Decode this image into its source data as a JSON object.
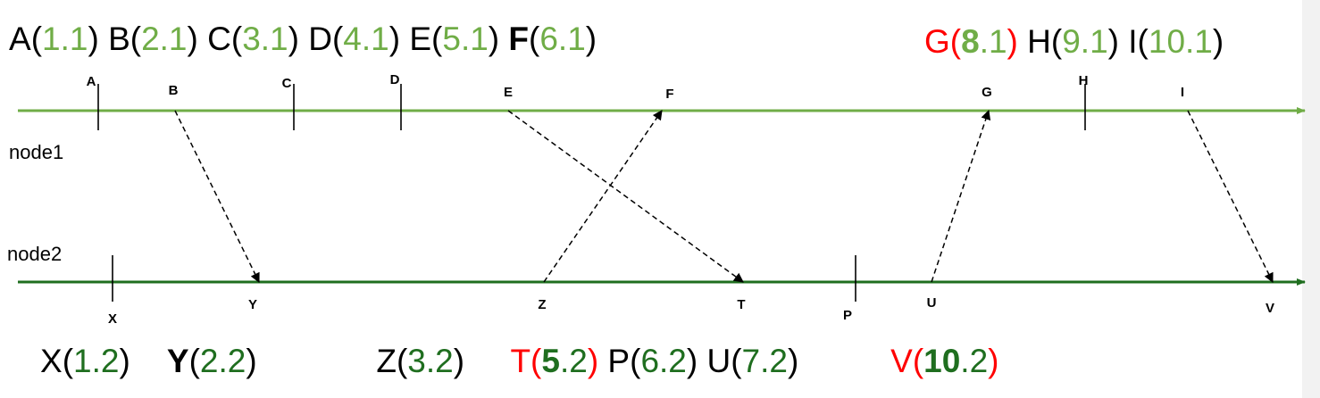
{
  "colors": {
    "node1": "#70ad47",
    "node2": "#1f6e1f",
    "timestamp_node1": "#70ad47",
    "timestamp_node2": "#1f6e1f",
    "highlight": "#ff0000",
    "text": "#000000",
    "arrow": "#000000"
  },
  "nodes": [
    {
      "id": "node1",
      "label": "node1"
    },
    {
      "id": "node2",
      "label": "node2"
    }
  ],
  "node1_events": [
    "A",
    "B",
    "C",
    "D",
    "E",
    "F",
    "G",
    "H",
    "I"
  ],
  "node2_events": [
    "X",
    "Y",
    "Z",
    "T",
    "P",
    "U",
    "V"
  ],
  "messages": [
    {
      "from": "B",
      "to": "Y"
    },
    {
      "from": "E",
      "to": "T"
    },
    {
      "from": "Z",
      "to": "F"
    },
    {
      "from": "U",
      "to": "G"
    },
    {
      "from": "I",
      "to": "V"
    }
  ],
  "timestamps_node1": [
    {
      "event": "A",
      "major": "1",
      "minor": ".1",
      "color": "normal"
    },
    {
      "event": "B",
      "major": "2",
      "minor": ".1",
      "color": "normal"
    },
    {
      "event": "C",
      "major": "3",
      "minor": ".1",
      "color": "normal"
    },
    {
      "event": "D",
      "major": "4",
      "minor": ".1",
      "color": "normal"
    },
    {
      "event": "E",
      "major": "5",
      "minor": ".1",
      "color": "normal"
    },
    {
      "event": "F",
      "major": "6",
      "minor": ".1",
      "color": "normal",
      "bold_label": true
    },
    {
      "event": "G",
      "major": "8",
      "minor": ".1",
      "color": "highlight",
      "bold_major": true
    },
    {
      "event": "H",
      "major": "9",
      "minor": ".1",
      "color": "normal"
    },
    {
      "event": "I",
      "major": "10",
      "minor": ".1",
      "color": "normal"
    }
  ],
  "timestamps_node2": [
    {
      "event": "X",
      "major": "1",
      "minor": ".2",
      "color": "normal"
    },
    {
      "event": "Y",
      "major": "2",
      "minor": ".2",
      "color": "normal",
      "bold_label": true
    },
    {
      "event": "Z",
      "major": "3",
      "minor": ".2",
      "color": "normal"
    },
    {
      "event": "T",
      "major": "5",
      "minor": ".2",
      "color": "highlight",
      "bold_major": true
    },
    {
      "event": "P",
      "major": "6",
      "minor": ".2",
      "color": "normal"
    },
    {
      "event": "U",
      "major": "7",
      "minor": ".2",
      "color": "normal"
    },
    {
      "event": "V",
      "major": "10",
      "minor": ".2",
      "color": "highlight",
      "bold_major": true
    }
  ]
}
